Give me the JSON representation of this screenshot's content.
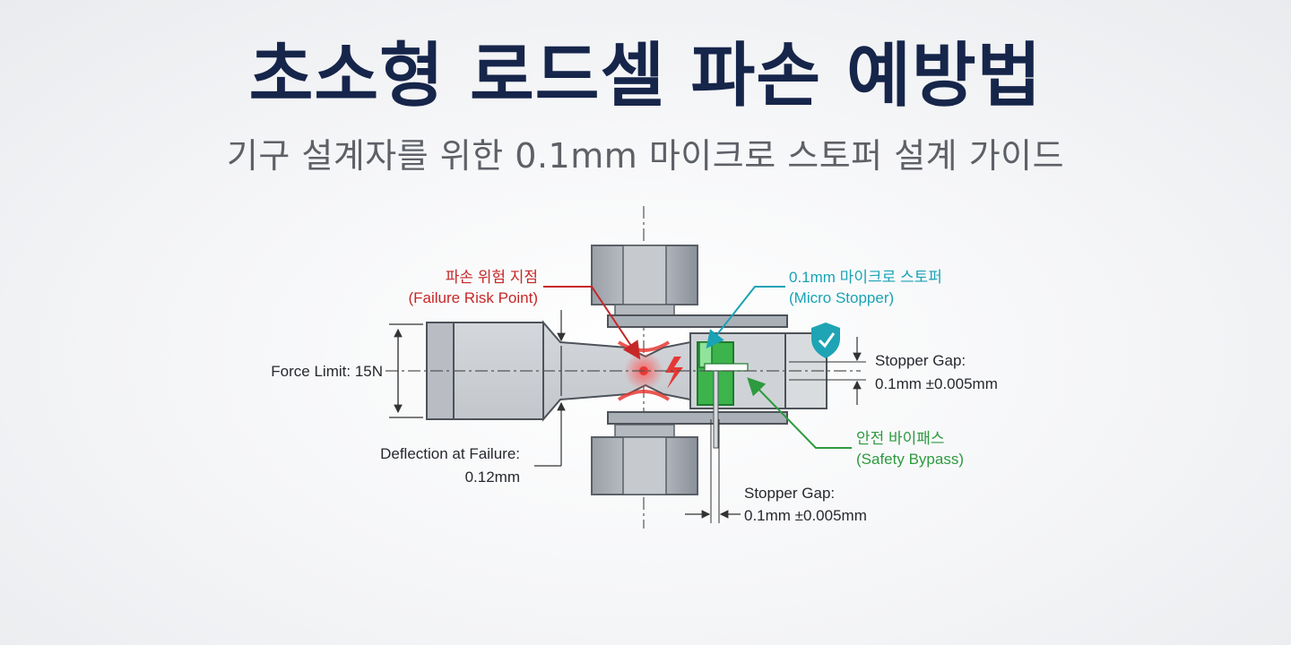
{
  "title": "초소형 로드셀 파손 예방법",
  "subtitle": "기구 설계자를 위한 0.1mm 마이크로 스토퍼 설계 가이드",
  "labels": {
    "failure_ko": "파손 위험 지점",
    "failure_en": "(Failure Risk Point)",
    "stopper_ko": "0.1mm 마이크로 스토퍼",
    "stopper_en": "(Micro Stopper)",
    "force_limit": "Force Limit: 15N",
    "gap_right_1": "Stopper Gap:",
    "gap_right_2": "0.1mm ±0.005mm",
    "bypass_ko": "안전 바이패스",
    "bypass_en": "(Safety Bypass)",
    "deflection_1": "Deflection at Failure:",
    "deflection_2": "0.12mm",
    "gap_bottom_1": "Stopper Gap:",
    "gap_bottom_2": "0.1mm ±0.005mm"
  },
  "colors": {
    "title": "#16254a",
    "danger": "#d32f2f",
    "stopper_line": "#1aa3b5",
    "bypass_green": "#3cb44b",
    "shield": "#1ea4b4"
  },
  "icons": [
    "lightning-bolt-icon",
    "shield-icon"
  ]
}
